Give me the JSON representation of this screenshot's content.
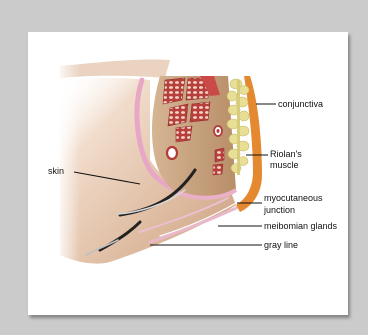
{
  "labels": {
    "conjunctiva": "conjunctiva",
    "riolans_line1": "Riolan's",
    "riolans_line2": "muscle",
    "skin": "skin",
    "myocutaneous_line1": "myocutaneous",
    "myocutaneous_line2": "junction",
    "meibomian": "meibomian glands",
    "gray_line": "gray line"
  },
  "colors": {
    "background": "#cbcbcb",
    "paper": "#ffffff",
    "skin_fill": "#e9d2bf",
    "skin_edge": "#e7a3c4",
    "muscle_red": "#b33a3a",
    "tarsus_tan": "#c9a883",
    "conjunctiva_orange": "#e4892f",
    "gland_yellow": "#e8df96"
  }
}
